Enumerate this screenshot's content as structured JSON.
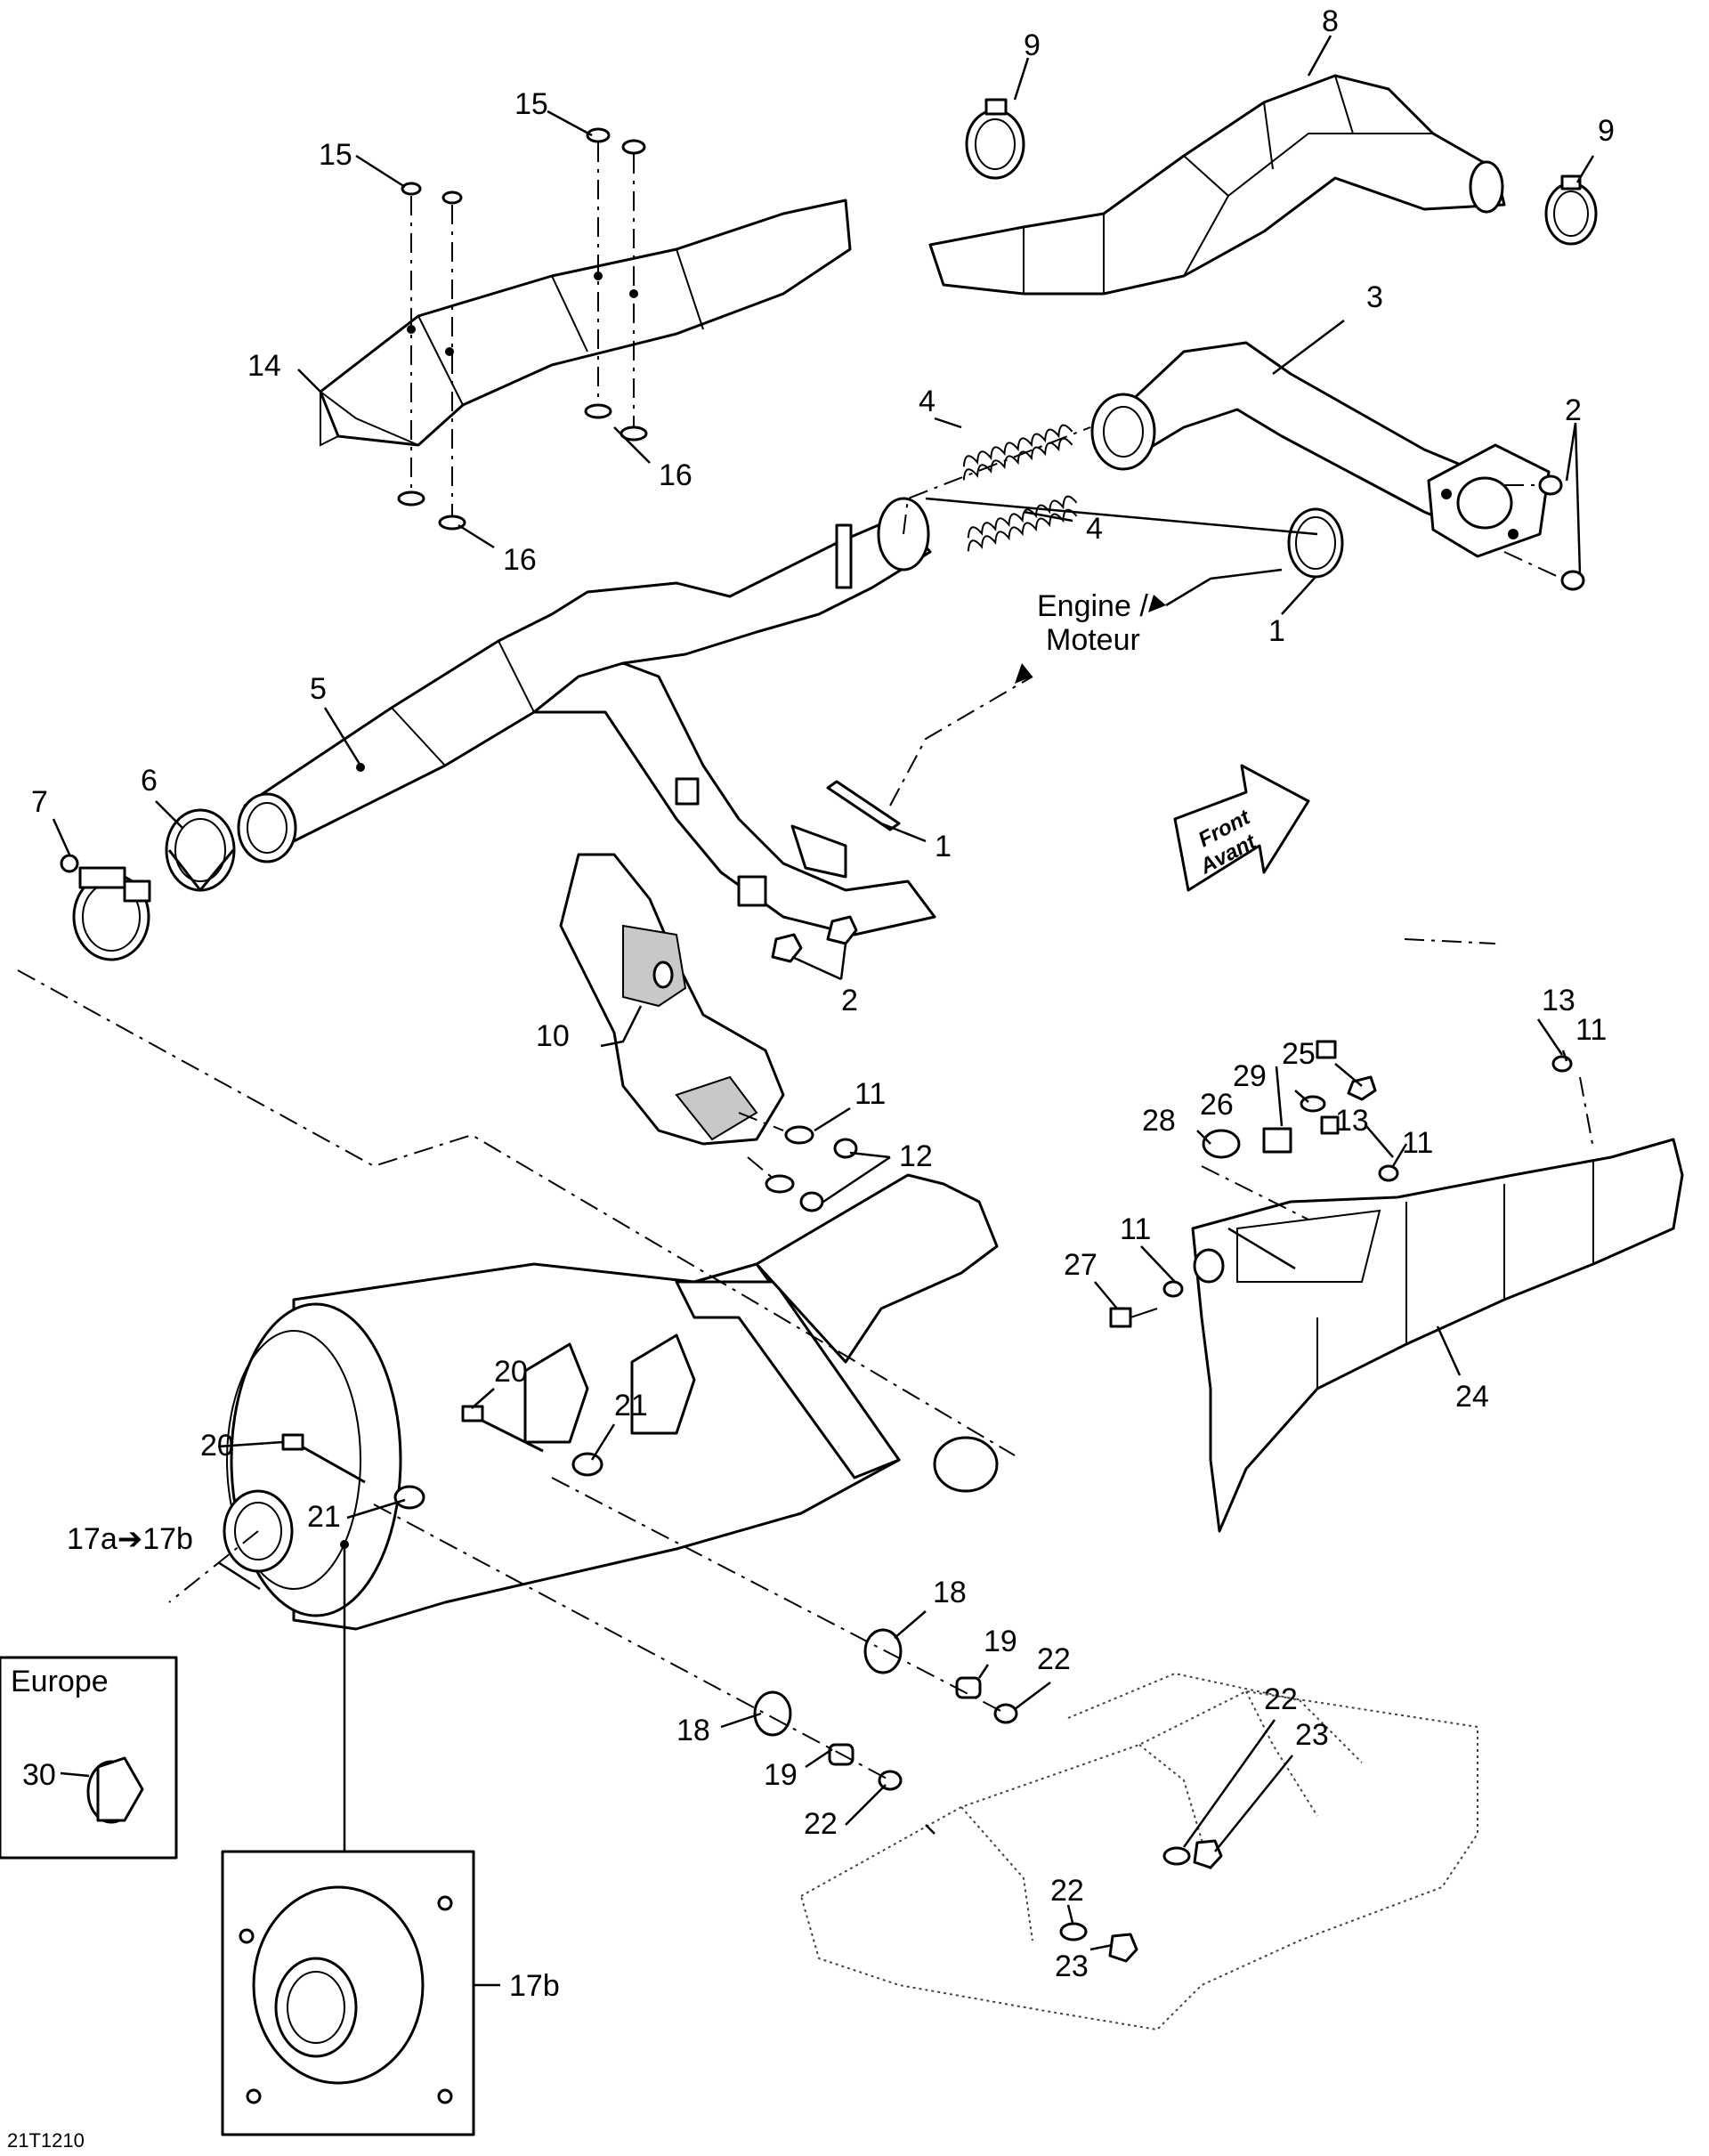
{
  "callouts": {
    "c1a": "1",
    "c1b": "1",
    "c2a": "2",
    "c2b": "2",
    "c3": "3",
    "c4a": "4",
    "c4b": "4",
    "c5": "5",
    "c6": "6",
    "c7": "7",
    "c8": "8",
    "c9a": "9",
    "c9b": "9",
    "c10": "10",
    "c11a": "11",
    "c11b": "11",
    "c11c": "11",
    "c11d": "11",
    "c12": "12",
    "c13a": "13",
    "c13b": "13",
    "c14": "14",
    "c15a": "15",
    "c15b": "15",
    "c16a": "16",
    "c16b": "16",
    "c17": "17a➔17b",
    "c17b": "17b",
    "c18a": "18",
    "c18b": "18",
    "c19a": "19",
    "c19b": "19",
    "c20a": "20",
    "c20b": "20",
    "c21a": "21",
    "c21b": "21",
    "c22a": "22",
    "c22b": "22",
    "c22c": "22",
    "c22d": "22",
    "c23a": "23",
    "c23b": "23",
    "c24": "24",
    "c25": "25",
    "c26": "26",
    "c27": "27",
    "c28": "28",
    "c29": "29",
    "c30": "30"
  },
  "labels": {
    "engine_line1": "Engine /",
    "engine_line2": "Moteur",
    "front_line1": "Front",
    "front_line2": "Avant",
    "europe": "Europe",
    "drawing_id": "21T1210"
  }
}
